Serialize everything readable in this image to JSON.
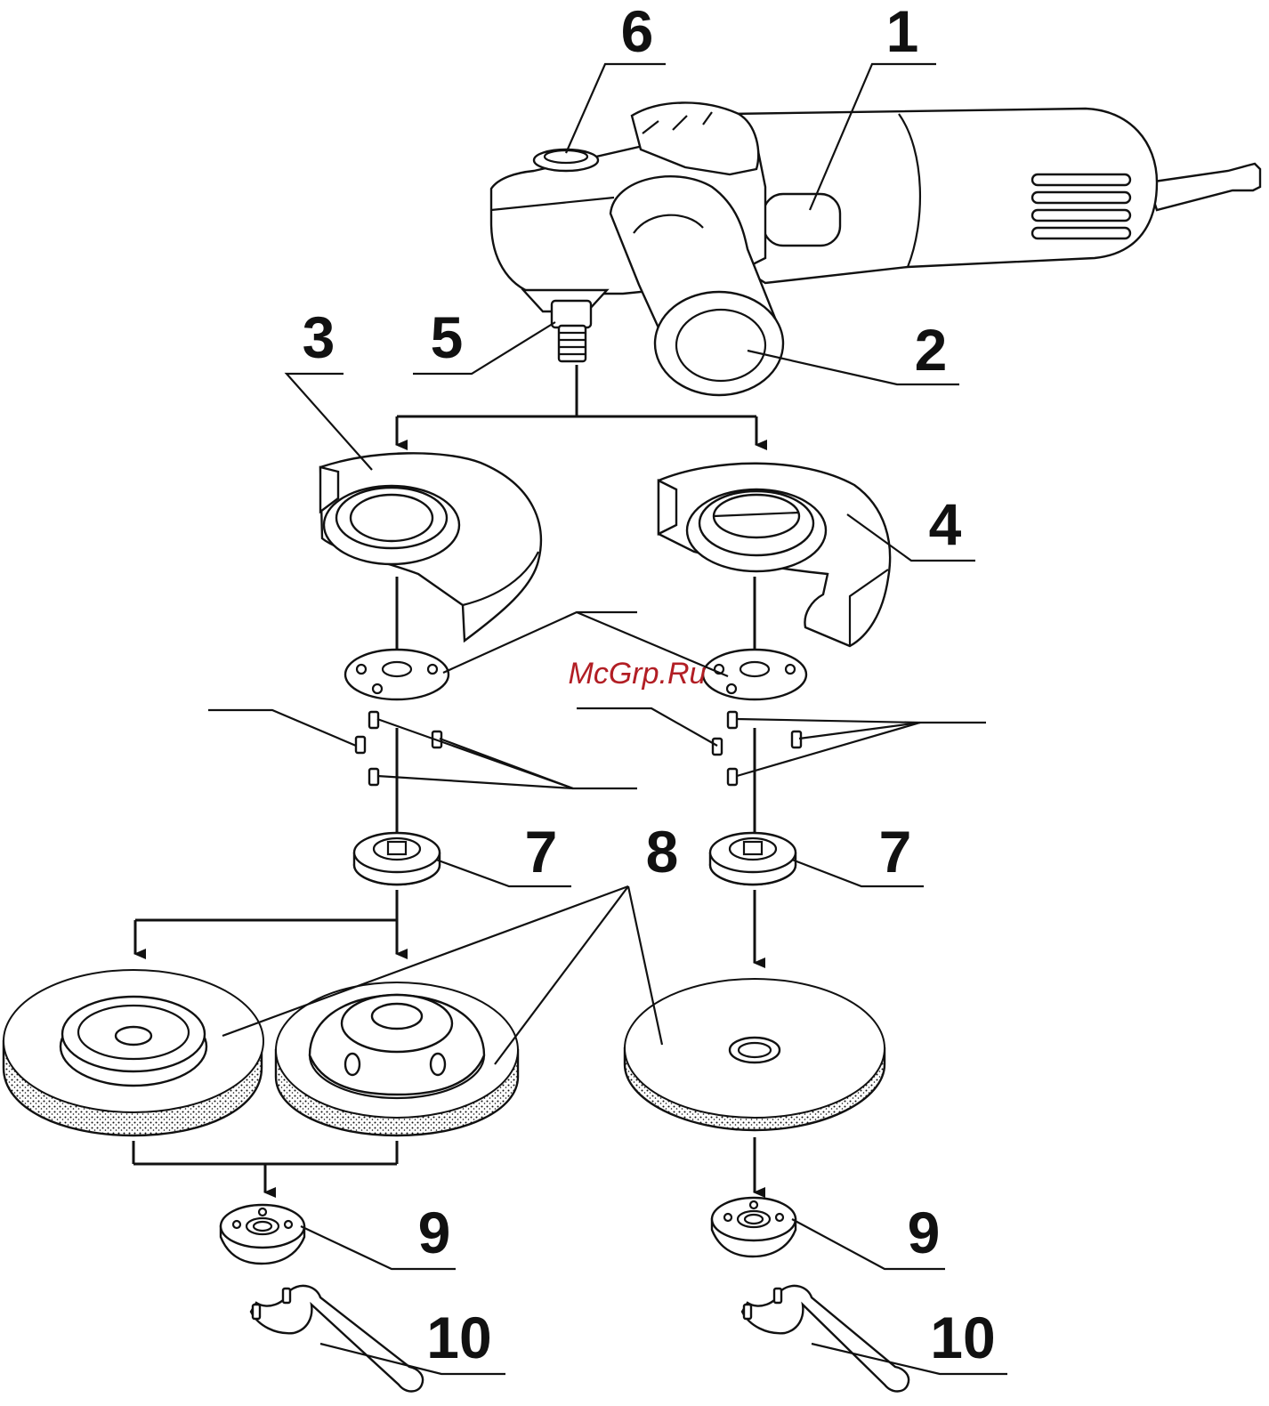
{
  "labels": {
    "l1": "1",
    "l2": "2",
    "l3": "3",
    "l4": "4",
    "l5": "5",
    "l6": "6",
    "l7a": "7",
    "l7b": "7",
    "l8": "8",
    "l9a": "9",
    "l9b": "9",
    "l10a": "10",
    "l10b": "10"
  },
  "watermark": "McGrp.Ru",
  "colors": {
    "ink": "#111111",
    "watermark": "#b21e24",
    "background": "#ffffff"
  }
}
